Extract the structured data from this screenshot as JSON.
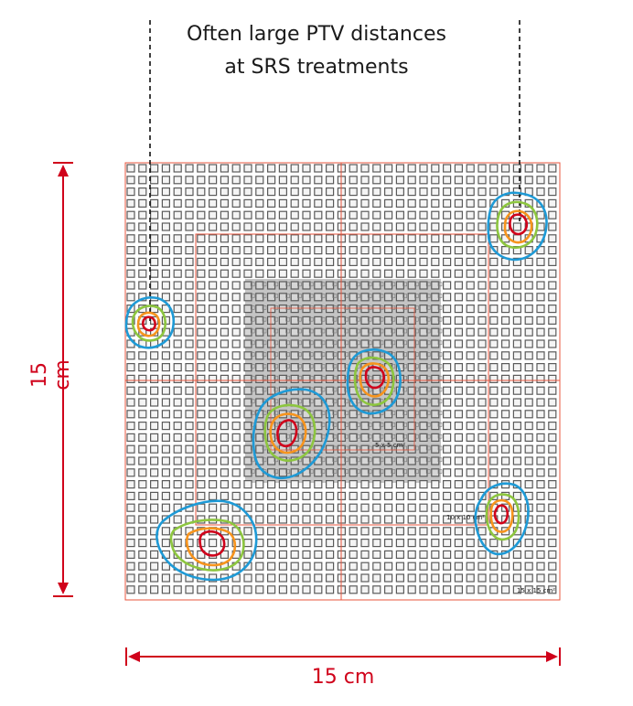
{
  "title": {
    "line1": "Often large PTV distances",
    "line2": "at SRS treatments"
  },
  "dimensions": {
    "vertical": "15 cm",
    "horizontal": "15 cm"
  },
  "field_labels": {
    "small": "5 x 5 cm²",
    "medium": "10 x 10 cm²",
    "large": "15 x 15 cm²"
  },
  "colors": {
    "accent": "#d0021b",
    "blue": "#1e9ad6",
    "green": "#8dc63f",
    "orange": "#f7941d",
    "red": "#d0021b"
  }
}
